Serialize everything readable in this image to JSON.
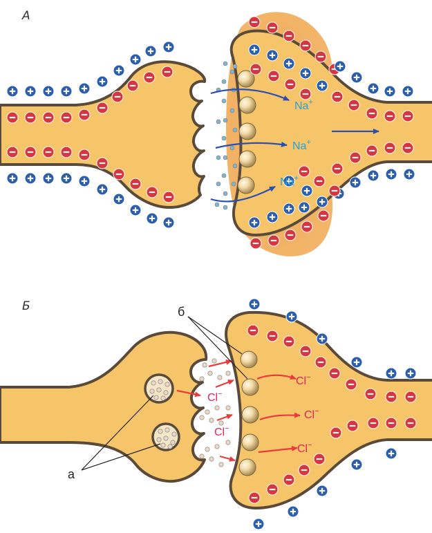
{
  "panels": [
    {
      "id": "A",
      "label": "А"
    },
    {
      "id": "B",
      "label": "Б"
    }
  ],
  "ions": {
    "na_base": "Na",
    "na_charge": "+",
    "cl_base": "Cl",
    "cl_charge": "−"
  },
  "callouts": {
    "vesicles": "а",
    "receptors": "б"
  },
  "colors": {
    "cell_fill": "#f6c56a",
    "membrane": "#5a4a3a",
    "depolarization_glow": "#f2a14a",
    "positive_ion": "#2b5fae",
    "negative_ion": "#d8353f",
    "na_arrow": "#2a4fb0",
    "cl_arrow": "#ea3a3a",
    "na_text": "#2a9fd6",
    "cl_text": "#e0245e",
    "transmitter_a": "#7ab6d8",
    "transmitter_b": "#e8d9cf"
  }
}
